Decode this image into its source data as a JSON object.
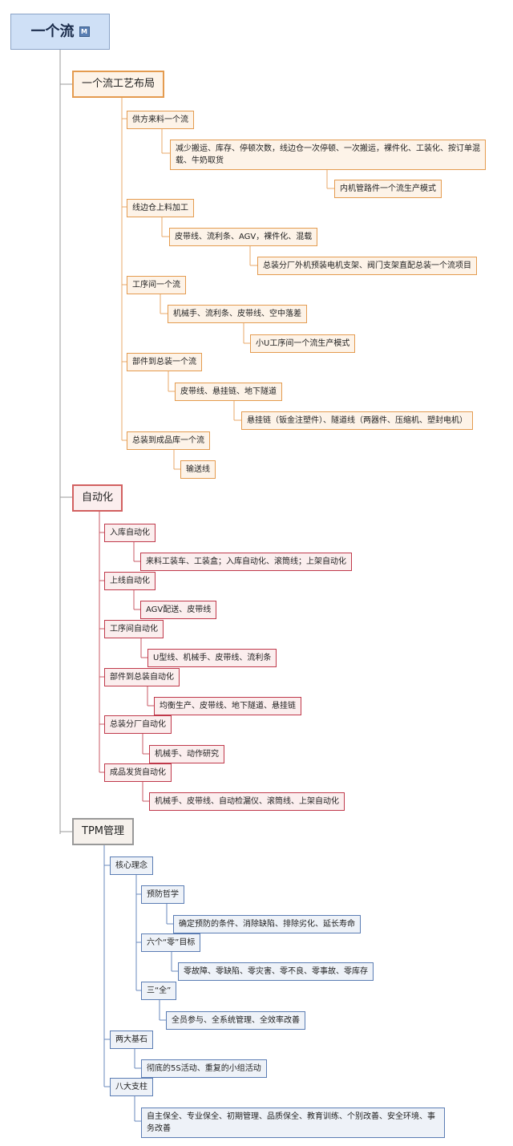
{
  "root": {
    "title": "一个流",
    "marker": "M"
  },
  "sections": [
    {
      "title": "一个流工艺布局",
      "children": [
        {
          "label": "供方来料一个流",
          "details": [
            "减少搬运、库存、停顿次数，线边仓一次停顿、一次搬运，裸件化、工装化、按订单混载、牛奶取货",
            "内机管路件一个流生产模式"
          ]
        },
        {
          "label": "线边仓上料加工",
          "details": [
            "皮带线、流利条、AGV，裸件化、混载",
            "总装分厂外机预装电机支架、阀门支架直配总装一个流项目"
          ]
        },
        {
          "label": "工序间一个流",
          "details": [
            "机械手、流利条、皮带线、空中落差",
            "小U工序间一个流生产模式"
          ]
        },
        {
          "label": "部件到总装一个流",
          "details": [
            "皮带线、悬挂链、地下隧道",
            "悬挂链（钣金注塑件）、隧道线（两器件、压缩机、塑封电机）"
          ]
        },
        {
          "label": "总装到成品库一个流",
          "details": [
            "输送线"
          ]
        }
      ]
    },
    {
      "title": "自动化",
      "children": [
        {
          "label": "入库自动化",
          "details": [
            "来料工装车、工装盒；入库自动化、滚筒线；上架自动化"
          ]
        },
        {
          "label": "上线自动化",
          "details": [
            "AGV配送、皮带线"
          ]
        },
        {
          "label": "工序间自动化",
          "details": [
            "U型线、机械手、皮带线、流利条"
          ]
        },
        {
          "label": "部件到总装自动化",
          "details": [
            "均衡生产、皮带线、地下隧道、悬挂链"
          ]
        },
        {
          "label": "总装分厂自动化",
          "details": [
            "机械手、动作研究"
          ]
        },
        {
          "label": "成品发货自动化",
          "details": [
            "机械手、皮带线、自动检漏仪、滚筒线、上架自动化"
          ]
        }
      ]
    },
    {
      "title": "TPM管理",
      "children": [
        {
          "label": "核心理念",
          "subs": [
            {
              "label": "预防哲学",
              "details": [
                "确定预防的条件、消除缺陷、排除劣化、延长寿命"
              ]
            },
            {
              "label": "六个“零”目标",
              "details": [
                "零故障、零缺陷、零灾害、零不良、零事故、零库存"
              ]
            },
            {
              "label": "三“全”",
              "details": [
                "全员参与、全系统管理、全效率改善"
              ]
            }
          ]
        },
        {
          "label": "两大基石",
          "details": [
            "彻底的5S活动、重复的小组活动"
          ]
        },
        {
          "label": "八大支柱",
          "details": [
            "自主保全、专业保全、初期管理、品质保全、教育训练、个别改善、安全环境、事务改善"
          ]
        }
      ]
    }
  ]
}
